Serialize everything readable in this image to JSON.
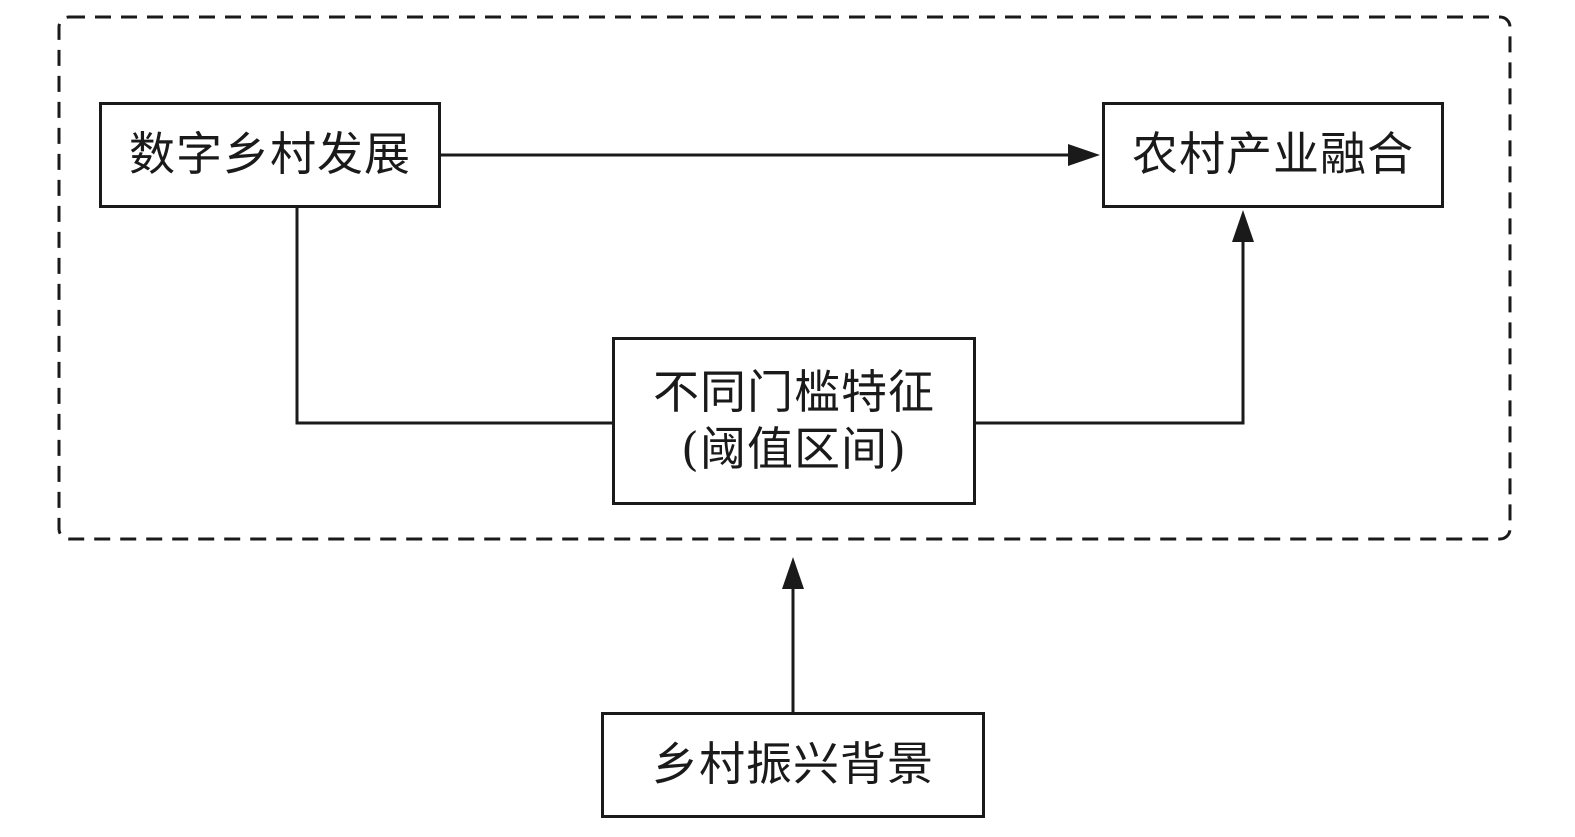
{
  "nodes": {
    "digital_development": "数字乡村发展",
    "industry_fusion": "农村产业融合",
    "threshold_line1": "不同门槛特征",
    "threshold_line2": "(阈值区间)",
    "rural_revitalization": "乡村振兴背景"
  },
  "colors": {
    "stroke": "#1a1a1a",
    "background": "#ffffff"
  }
}
